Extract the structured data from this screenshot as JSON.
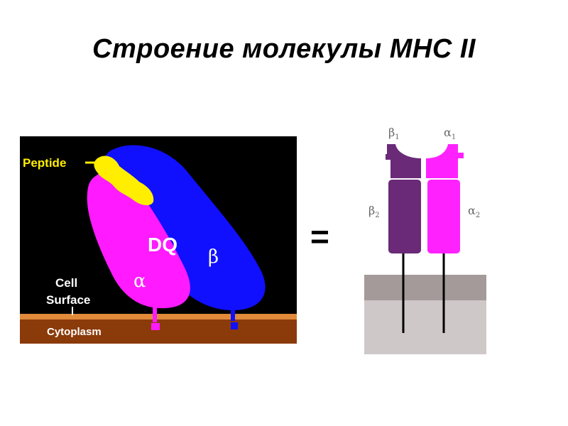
{
  "title": "Строение молекулы МНС II",
  "left_panel": {
    "peptide": "Peptide",
    "molecule": "DQ",
    "alpha": "α",
    "beta": "β",
    "cell_surface_line1": "Cell",
    "cell_surface_line2": "Surface",
    "cytoplasm": "Cytoplasm"
  },
  "equals": "=",
  "schema": {
    "beta1": "β",
    "beta1_sub": "1",
    "alpha1": "α",
    "alpha1_sub": "1",
    "beta2": "β",
    "beta2_sub": "2",
    "alpha2": "α",
    "alpha2_sub": "2"
  },
  "colors": {
    "black_bg": "#000000",
    "magenta": "#ff1aff",
    "blue": "#1010ff",
    "peptide": "#ffee00",
    "membrane": "#d87a2a",
    "cytoplasm": "#8b3a0a",
    "dark_purple": "#6a2a78",
    "light_magenta": "#ff22ff"
  }
}
